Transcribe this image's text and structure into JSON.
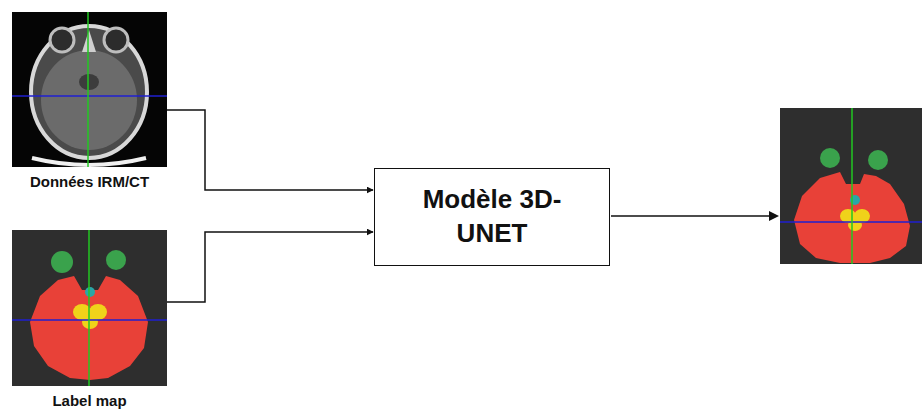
{
  "diagram": {
    "nodes": [
      {
        "text": [
          "Données IRM/CT"
        ]
      },
      {
        "text": [
          "Label map"
        ]
      },
      {
        "text": [
          "Modèle 3D-UNET"
        ]
      }
    ],
    "edges": [
      {
        "from": 0,
        "to": 2,
        "arrow": "to"
      },
      {
        "from": 1,
        "to": 2,
        "arrow": "to"
      }
    ]
  }
}
